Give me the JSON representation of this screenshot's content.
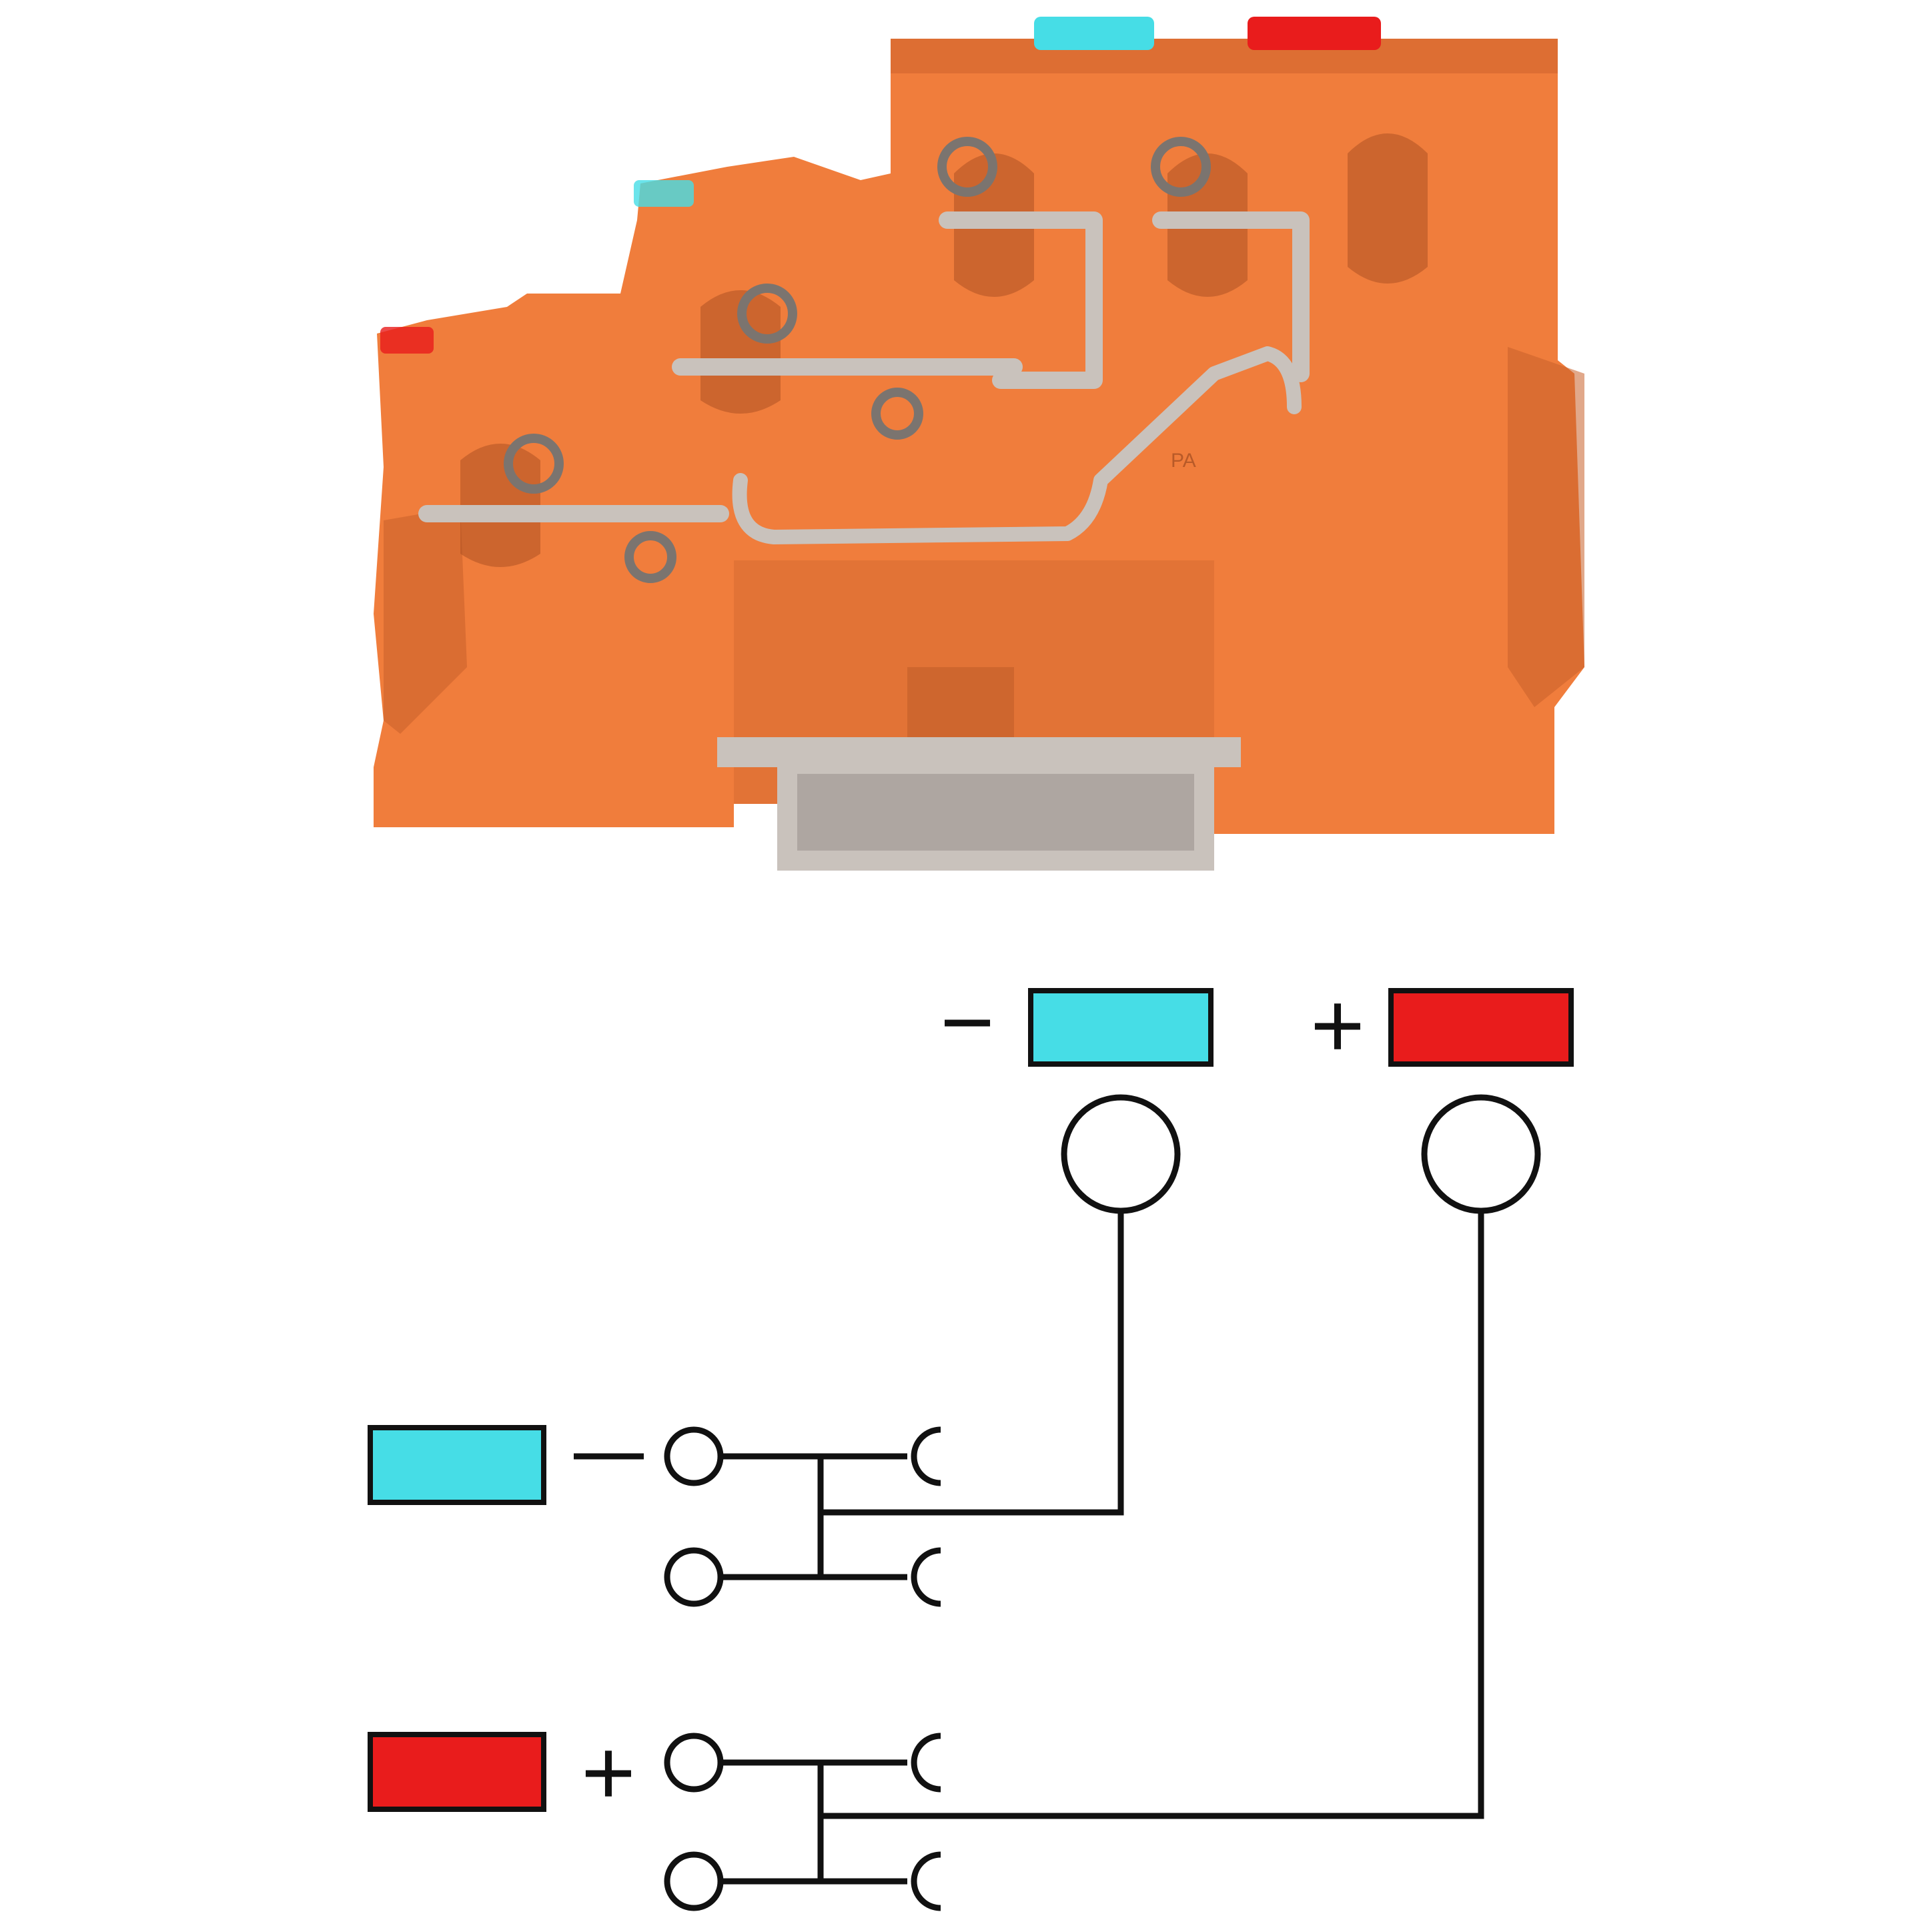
{
  "colors": {
    "housing": "#f07d3c",
    "housing_shadow": "#c9602a",
    "housing_dark": "#a84d1f",
    "metal": "#c9c2bc",
    "metal_dark": "#7b746f",
    "negative_marker": "#46dde6",
    "positive_marker": "#e91c1c",
    "line": "#111111"
  },
  "photo": {
    "subject": "terminal-block",
    "molded_text": "PA",
    "markers": [
      "blue",
      "red"
    ]
  },
  "schematic": {
    "top_terminals": [
      {
        "polarity": "−",
        "marker_color": "negative"
      },
      {
        "polarity": "+",
        "marker_color": "positive"
      }
    ],
    "bottom_groups": [
      {
        "polarity": "−",
        "marker_color": "negative",
        "connections": 2
      },
      {
        "polarity": "+",
        "marker_color": "positive",
        "connections": 2
      }
    ]
  }
}
